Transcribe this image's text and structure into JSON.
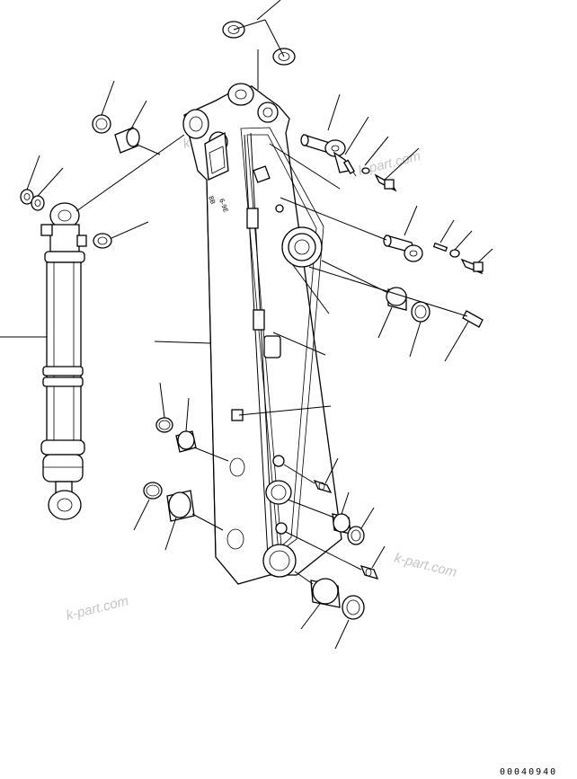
{
  "figure": {
    "drawing_number": "00040940",
    "watermarks": [
      "k-part.com",
      "k-part.com",
      "k-part.com",
      "k-part.com"
    ],
    "arm_markings": [
      "8B",
      "6-9E"
    ]
  },
  "colors": {
    "line": "#000000",
    "watermark": "#c4c4c4",
    "background": "#ffffff"
  }
}
